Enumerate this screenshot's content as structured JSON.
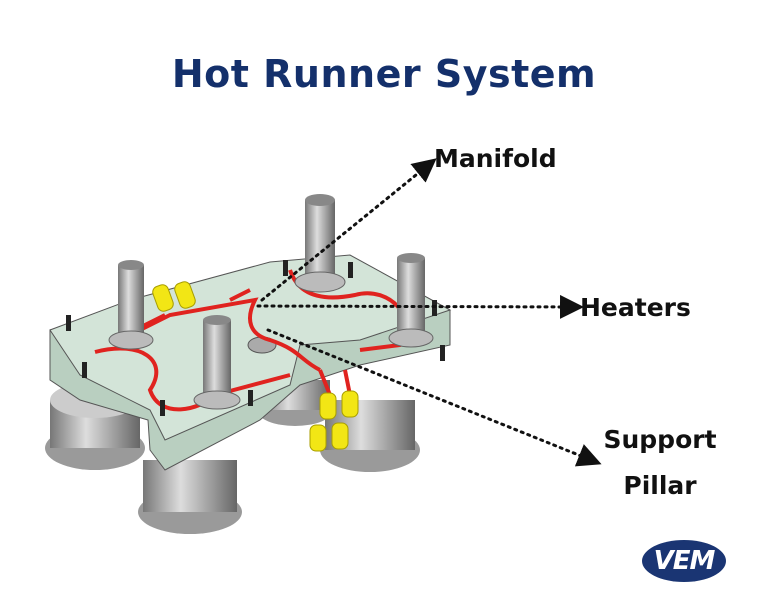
{
  "title": "Hot Runner System",
  "labels": {
    "manifold": "Manifold",
    "heaters": "Heaters",
    "support_pillar_line1": "Support",
    "support_pillar_line2": "Pillar"
  },
  "logo_text": "VEM",
  "colors": {
    "title": "#14306b",
    "manifold_plate": "#d3e4d8",
    "channel": "#e0231f",
    "heater": "#f2e615",
    "logo_bg": "#1a3573"
  }
}
